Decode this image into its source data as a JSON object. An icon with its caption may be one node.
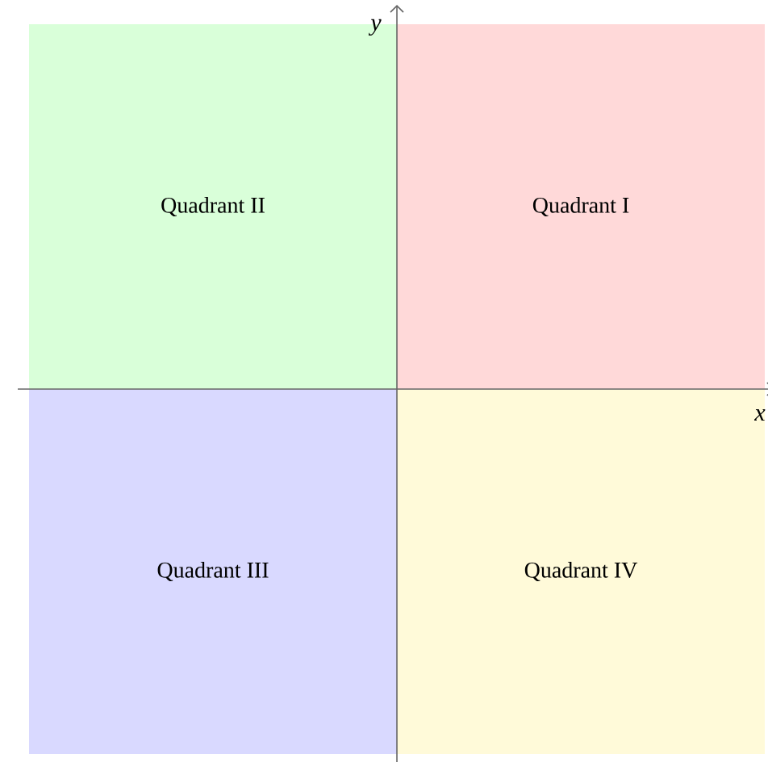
{
  "diagram": {
    "nodes": [
      {
        "text": [
          "Quadrant II"
        ]
      },
      {
        "text": [
          "Quadrant I"
        ]
      },
      {
        "text": [
          "Quadrant III"
        ]
      },
      {
        "text": [
          "Quadrant IV"
        ]
      }
    ],
    "labels": [
      "y",
      "x"
    ]
  }
}
